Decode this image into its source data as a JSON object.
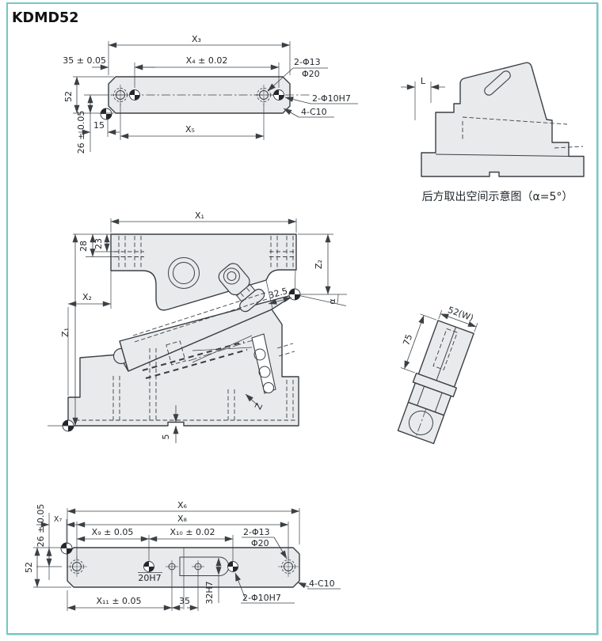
{
  "page": {
    "title": "KDMD52"
  },
  "top_view": {
    "x3": "X₃",
    "x4": "X₄ ± 0.02",
    "d35": "35 ± 0.05",
    "d52": "52",
    "d26": "26 ± 0.05",
    "d15": "15",
    "x5": "X₅",
    "note_phi13": "2-Φ13",
    "note_phi20": "Φ20",
    "note_dowel": "2-Φ10H7",
    "note_chamfer": "4-C10"
  },
  "rear_view": {
    "dim_l": "L",
    "caption": "后方取出空间示意图（α=5°）"
  },
  "front_view": {
    "x1": "X₁",
    "d28": "28",
    "d23": "23",
    "z2": "Z₂",
    "x2": "X₂",
    "z1": "Z₁",
    "d32_5": "32.5",
    "alpha": "α",
    "z": "Z",
    "d5": "5"
  },
  "side_view": {
    "w": "52(W)",
    "d75": "75"
  },
  "bottom_view": {
    "x6": "X₆",
    "x7": "X₇",
    "x8": "X₈",
    "x9": "X₉ ± 0.05",
    "x10": "X₁₀ ± 0.02",
    "d26": "26 ± 0.05",
    "d52": "52",
    "h20": "20H7",
    "d35": "35",
    "h32": "32H7",
    "x11": "X₁₁ ± 0.05",
    "note_phi13": "2-Φ13",
    "note_phi20": "Φ20",
    "note_dowel": "2-Φ10H7",
    "note_chamfer": "4-C10"
  }
}
